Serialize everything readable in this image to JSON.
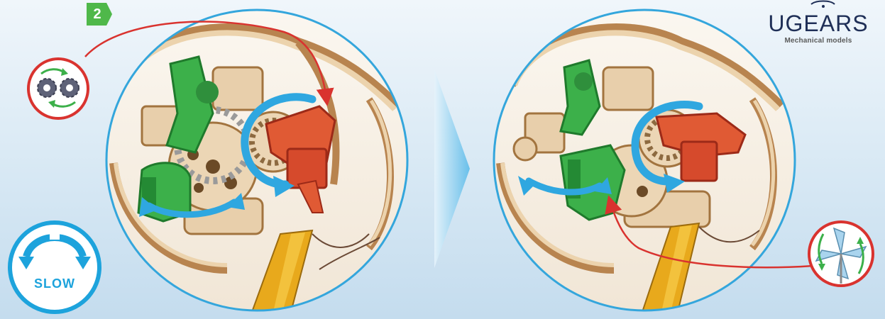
{
  "step": {
    "number": "2"
  },
  "brand": {
    "name": "UGEARS",
    "tagline": "Mechanical models"
  },
  "speed": {
    "label": "SLOW"
  },
  "icons": {
    "gears": "gears-rotation-icon",
    "pinwheel": "pinwheel-rotation-icon",
    "speed": "slow-rotation-icon",
    "transition": "next-arrow-icon"
  },
  "colors": {
    "background": "#dbe9f4",
    "circle_border": "#34a6dc",
    "callout_red": "#d9332f",
    "arrow_blue": "#2fa7e0",
    "part_green": "#3cb04a",
    "part_red": "#d9402c",
    "wood": "#e8cfab",
    "step_badge": "#4fb84a",
    "brand_text": "#1f2f57"
  }
}
